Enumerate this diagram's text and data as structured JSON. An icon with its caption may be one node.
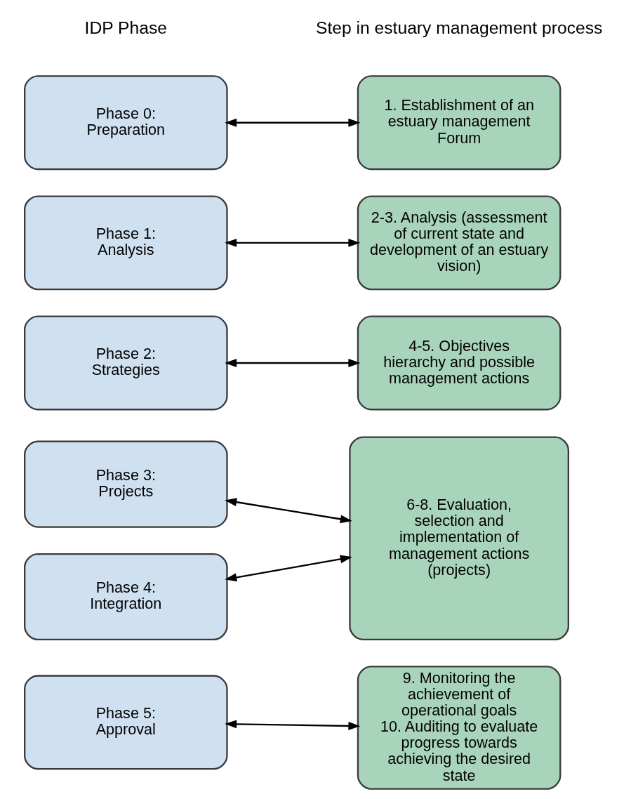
{
  "diagram": {
    "nodes": [
      {
        "text": [
          "Phase 0: Preparation"
        ]
      },
      {
        "text": [
          "Phase 1: Analysis"
        ]
      },
      {
        "text": [
          "Phase 2: Strategies"
        ]
      },
      {
        "text": [
          "Phase 3: Projects"
        ]
      },
      {
        "text": [
          "Phase 4: Integration"
        ]
      },
      {
        "text": [
          "Phase 5: Approval"
        ]
      },
      {
        "text": [
          "1. Establishment of an estuary management Forum"
        ]
      },
      {
        "text": [
          "2-3. Analysis (assessment of current state and development of an estuary vision)"
        ]
      },
      {
        "text": [
          "4-5. Objectives hierarchy and possible management actions"
        ]
      },
      {
        "text": [
          "6-8. Evaluation, selection and implementation of management actions (projects)"
        ]
      },
      {
        "text": [
          "9. Monitoring the achievement of operational goals",
          "10. Auditing to evaluate progress towards achieving the desired state"
        ]
      }
    ],
    "edges": [
      {
        "from": 0,
        "to": 6,
        "arrow": "both"
      },
      {
        "from": 1,
        "to": 7,
        "arrow": "both"
      },
      {
        "from": 2,
        "to": 8,
        "arrow": "both"
      },
      {
        "from": 3,
        "to": 9,
        "arrow": "both"
      },
      {
        "from": 4,
        "to": 9,
        "arrow": "both"
      },
      {
        "from": 5,
        "to": 10,
        "arrow": "both"
      }
    ],
    "labels": [
      "IDP Phase",
      "Step in estuary management process"
    ]
  }
}
